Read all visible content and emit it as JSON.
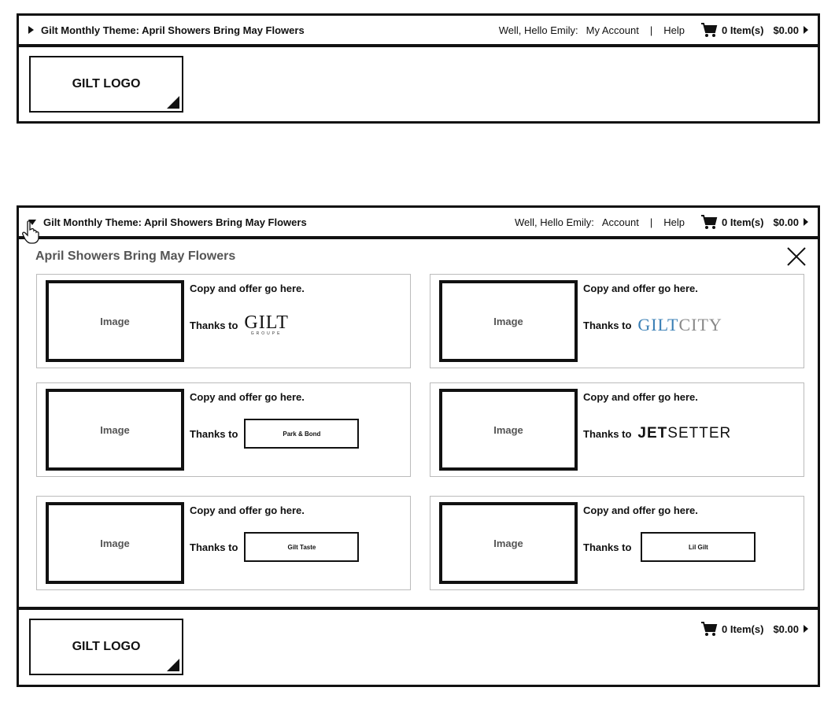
{
  "top_frame": {
    "theme_label": "Gilt Monthly Theme: April Showers Bring May Flowers",
    "greeting": "Well, Hello Emily:",
    "account_link": "My Account",
    "separator": "|",
    "help_link": "Help",
    "cart_items": "0 Item(s)",
    "cart_total": "$0.00",
    "logo_text": "GILT LOGO"
  },
  "bottom_frame": {
    "theme_label": "Gilt Monthly Theme: April Showers Bring May Flowers",
    "greeting": "Well, Hello Emily:",
    "account_link": "Account",
    "separator": "|",
    "help_link": "Help",
    "cart_items": "0 Item(s)",
    "cart_total": "$0.00",
    "panel_title": "April Showers Bring May Flowers",
    "footer_cart_items": "0 Item(s)",
    "footer_cart_total": "$0.00",
    "logo_text": "GILT LOGO"
  },
  "cards": [
    {
      "image_label": "Image",
      "copy": "Copy and offer go here.",
      "thanks": "Thanks to",
      "brand": "GILT",
      "brand_sub": "GROUPE"
    },
    {
      "image_label": "Image",
      "copy": "Copy and offer go here.",
      "thanks": "Thanks to",
      "brand_a": "GILT",
      "brand_b": "CITY"
    },
    {
      "image_label": "Image",
      "copy": "Copy and offer go here.",
      "thanks": "Thanks to",
      "brand": "Park & Bond"
    },
    {
      "image_label": "Image",
      "copy": "Copy and offer go here.",
      "thanks": "Thanks to",
      "brand_a": "JET",
      "brand_b": "SETTER"
    },
    {
      "image_label": "Image",
      "copy": "Copy and offer go here.",
      "thanks": "Thanks to",
      "brand": "Gilt Taste"
    },
    {
      "image_label": "Image",
      "copy": "Copy and offer go here.",
      "thanks": "Thanks to",
      "brand": "Lil Gilt"
    }
  ],
  "icons": {
    "cart": "cart-icon",
    "close": "close-icon",
    "collapsed": "triangle-right-icon",
    "expanded": "triangle-down-icon",
    "cursor": "hand-pointer-icon"
  },
  "colors": {
    "border": "#111111",
    "gilt_city_blue": "#3a7fb5",
    "gilt_city_gray": "#888888",
    "panel_title": "#555555"
  }
}
